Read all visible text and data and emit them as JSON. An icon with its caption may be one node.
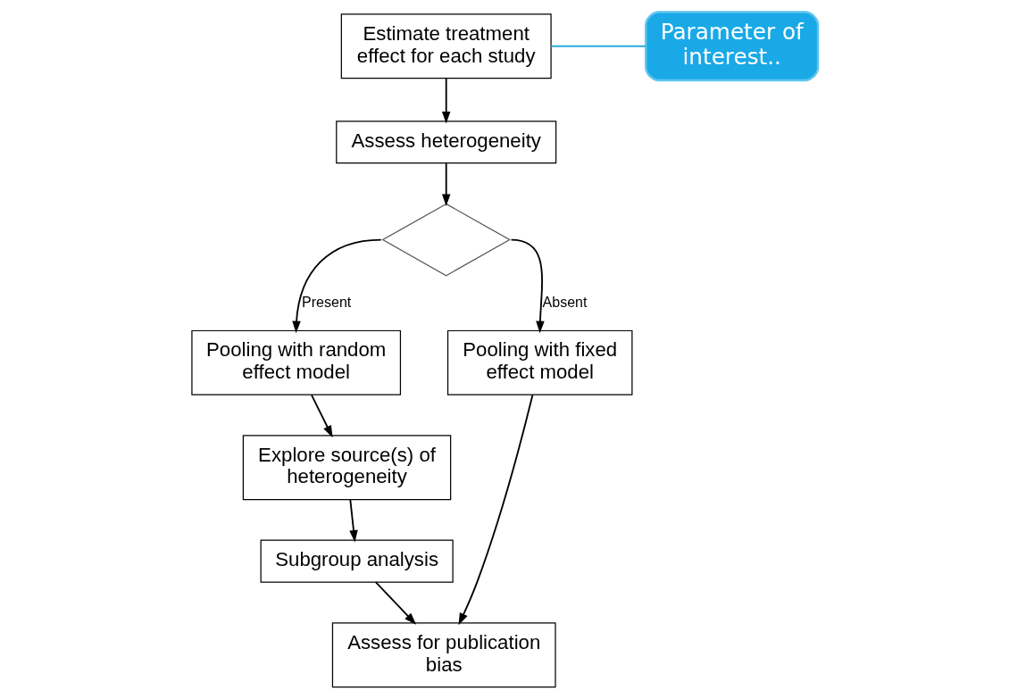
{
  "diagram": {
    "nodes": [
      {
        "text": [
          "Estimate treatment effect for each study"
        ]
      },
      {
        "text": [
          "Parameter of interest.."
        ]
      },
      {
        "text": [
          "Assess heterogeneity"
        ]
      },
      {
        "text": [],
        "shape": "diamond"
      },
      {
        "text": [
          "Pooling with random effect model"
        ]
      },
      {
        "text": [
          "Pooling with fixed effect model"
        ]
      },
      {
        "text": [
          "Explore source(s) of heterogeneity"
        ]
      },
      {
        "text": [
          "Subgroup analysis"
        ]
      },
      {
        "text": [
          "Assess for publication bias"
        ]
      }
    ],
    "edges": [
      {
        "from": 1,
        "to": 0,
        "arrow": "none",
        "color": "#29a8e0"
      },
      {
        "from": 0,
        "to": 2,
        "arrow": "to"
      },
      {
        "from": 2,
        "to": 3,
        "arrow": "to"
      },
      {
        "from": 3,
        "to": 4,
        "arrow": "to",
        "label": "Present"
      },
      {
        "from": 3,
        "to": 5,
        "arrow": "to",
        "label": "Absent"
      },
      {
        "from": 4,
        "to": 6,
        "arrow": "to"
      },
      {
        "from": 6,
        "to": 7,
        "arrow": "to"
      },
      {
        "from": 7,
        "to": 8,
        "arrow": "to"
      },
      {
        "from": 5,
        "to": 8,
        "arrow": "to"
      }
    ]
  }
}
